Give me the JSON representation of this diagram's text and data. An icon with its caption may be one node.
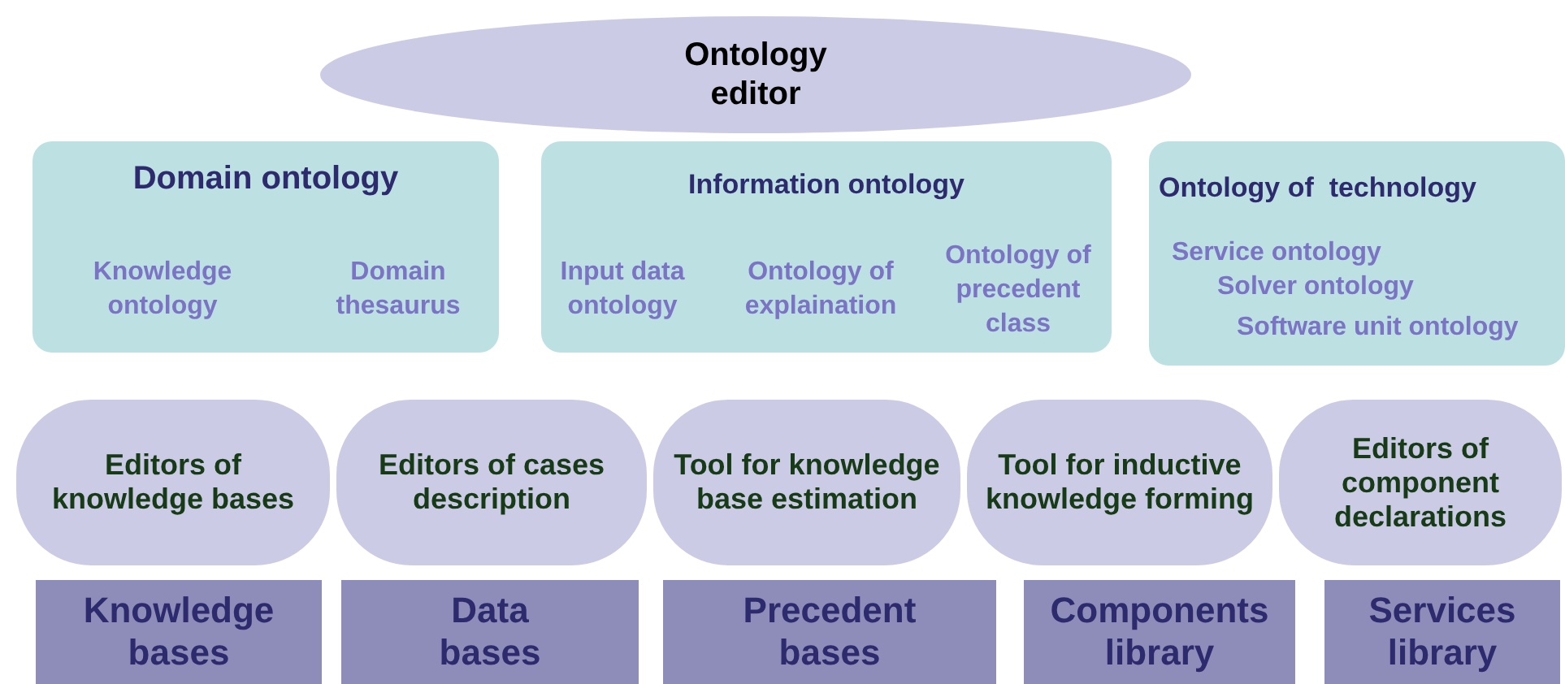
{
  "diagram": {
    "nodes": [
      {
        "text": [
          "Ontology editor"
        ]
      },
      {
        "text": [
          "Domain ontology",
          "Knowledge ontology",
          "Domain thesaurus"
        ]
      },
      {
        "text": [
          "Information ontology",
          "Input data ontology",
          "Ontology of explaination",
          "Ontology of precedent class"
        ]
      },
      {
        "text": [
          "Ontology of  technology",
          "Service ontology",
          "Solver ontology",
          "Software unit ontology"
        ]
      },
      {
        "text": [
          "Editors of knowledge bases"
        ]
      },
      {
        "text": [
          "Editors of cases description"
        ]
      },
      {
        "text": [
          "Tool for knowledge base estimation"
        ]
      },
      {
        "text": [
          "Tool for inductive knowledge forming"
        ]
      },
      {
        "text": [
          "Editors of component declarations"
        ]
      },
      {
        "text": [
          "Knowledge bases"
        ]
      },
      {
        "text": [
          "Data bases"
        ]
      },
      {
        "text": [
          "Precedent bases"
        ]
      },
      {
        "text": [
          "Components library"
        ]
      },
      {
        "text": [
          "Services library"
        ]
      }
    ],
    "edges": []
  }
}
